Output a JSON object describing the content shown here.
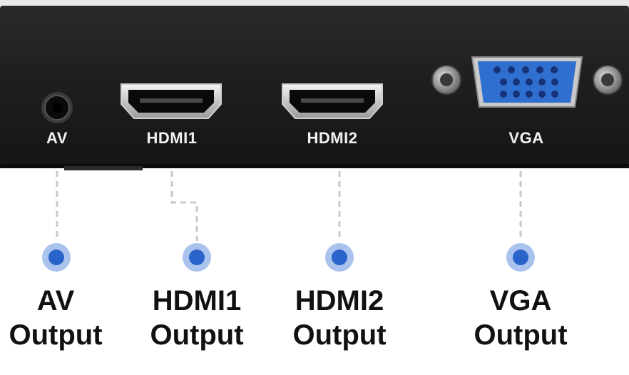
{
  "ports": [
    {
      "id": "av",
      "label": "AV",
      "output_line1": "AV",
      "output_line2": "Output"
    },
    {
      "id": "hdmi1",
      "label": "HDMI1",
      "output_line1": "HDMI1",
      "output_line2": "Output"
    },
    {
      "id": "hdmi2",
      "label": "HDMI2",
      "output_line1": "HDMI2",
      "output_line2": "Output"
    },
    {
      "id": "vga",
      "label": "VGA",
      "output_line1": "VGA",
      "output_line2": "Output"
    }
  ],
  "colors": {
    "device_body": "#1c1c1c",
    "label_text": "#111111",
    "vga_blue": "#2f6fd0",
    "dot_blue": "#2a63c9",
    "dot_halo": "#a9c3ee",
    "leader_line": "#c8c8c8"
  }
}
